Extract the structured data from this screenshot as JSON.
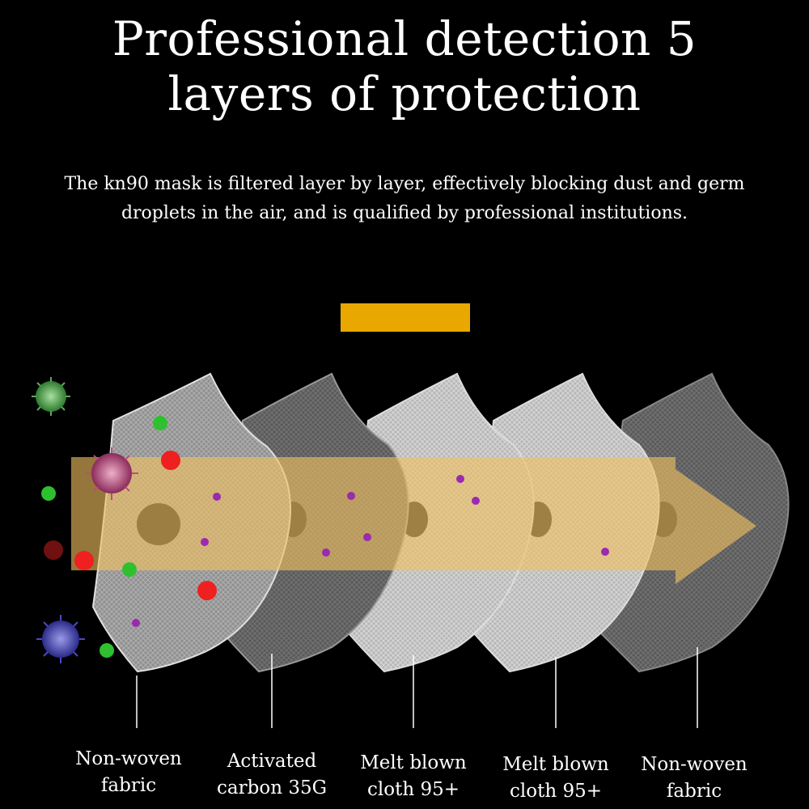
{
  "header": {
    "title_line1": "Professional detection 5",
    "title_line2": "layers of protection",
    "subtitle_line1": "The kn90 mask is filtered layer by layer, effectively blocking dust and germ",
    "subtitle_line2": "droplets in the air, and is qualified by professional institutions."
  },
  "colors": {
    "background": "#000000",
    "accent": "#e8a800",
    "flow_arrow": "#f0c060"
  },
  "layers": [
    {
      "line1": "Non-woven",
      "line2": "fabric"
    },
    {
      "line1": "Activated",
      "line2": "carbon 35G"
    },
    {
      "line1": "Melt blown",
      "line2": "cloth 95+"
    },
    {
      "line1": "Melt blown",
      "line2": "cloth 95+"
    },
    {
      "line1": "Non-woven",
      "line2": "fabric"
    }
  ]
}
